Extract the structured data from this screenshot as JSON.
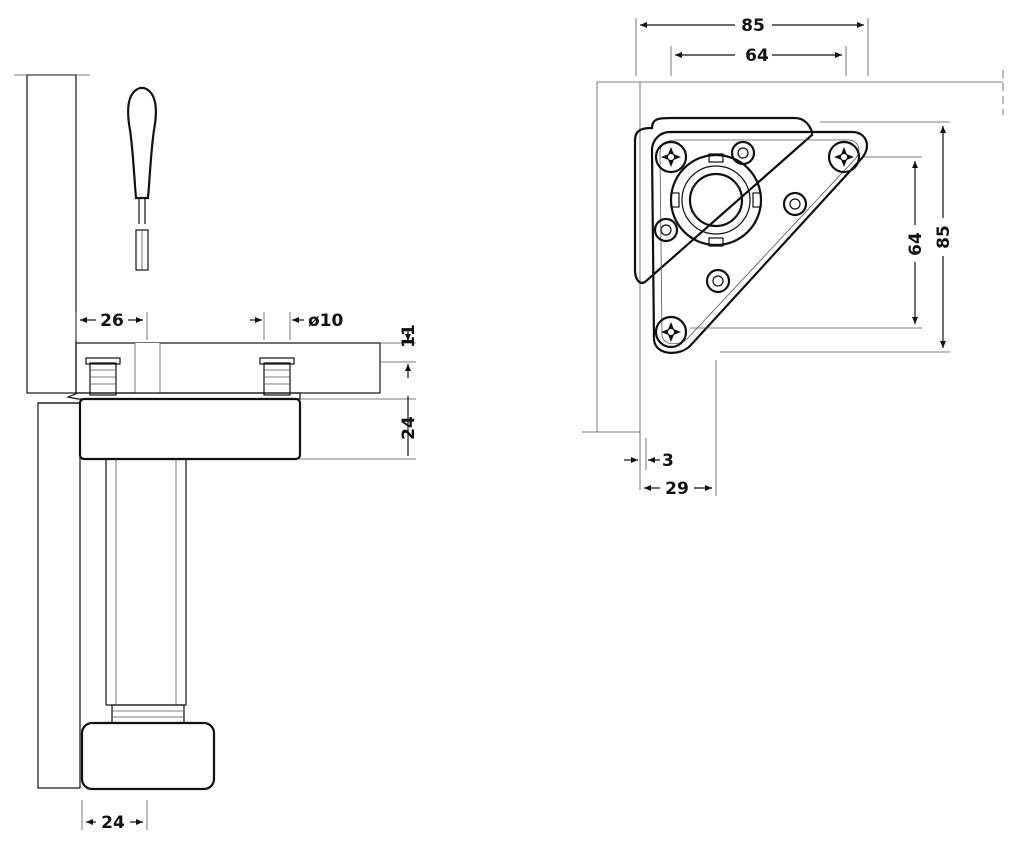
{
  "side_view": {
    "dim_top_offset": "26",
    "dim_hole": "ø10",
    "dim_plate_thickness": "11",
    "dim_base_height": "24",
    "dim_foot_offset": "24"
  },
  "top_view": {
    "dim_overall_width": "85",
    "dim_hole_width": "64",
    "dim_hole_height": "64",
    "dim_overall_height": "85",
    "dim_edge_gap": "3",
    "dim_edge_offset": "29"
  },
  "colors": {
    "line": "#111111",
    "hatch": "#666666",
    "background": "#ffffff"
  }
}
